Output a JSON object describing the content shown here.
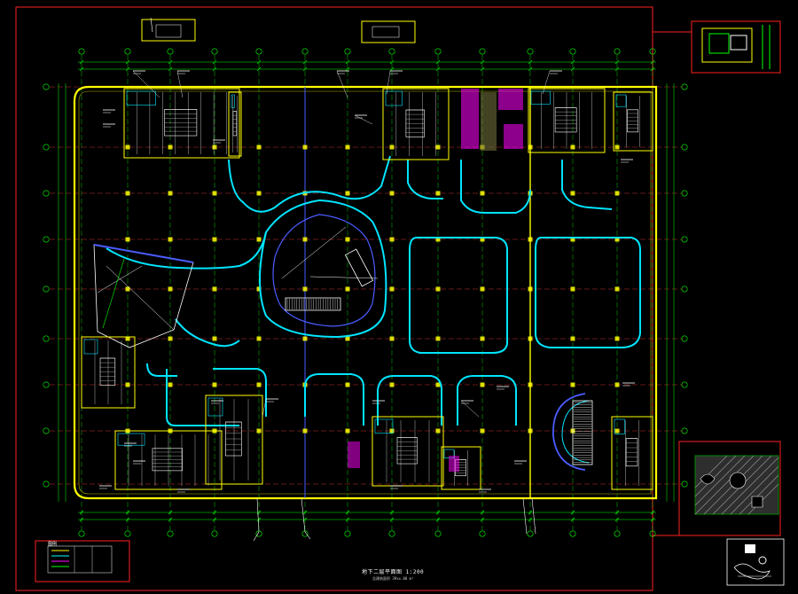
{
  "drawing": {
    "title": "地下二层平面图 1:200",
    "subtitle": "总建筑面积 39xx.00 m²",
    "legend_title": "图例",
    "legend_items": [
      {
        "label": "— —",
        "color": "#ffff00"
      },
      {
        "label": "— —",
        "color": "#00ffff"
      },
      {
        "label": "— —",
        "color": "#ff00ff"
      },
      {
        "label": "— —",
        "color": "#00ff00"
      },
      {
        "label": "— —",
        "color": "#ffffff"
      }
    ]
  },
  "colors": {
    "background": "#000000",
    "frame": "#ff2020",
    "grid_axis": "#00ff00",
    "wall": "#ffff00",
    "ramp": "#00e5ff",
    "column": "#ff3b3b",
    "hatch": "#ff00ff",
    "text": "#ffffff"
  },
  "icons": {
    "keyplan": "keyplan-icon",
    "site_plan": "site-plan-icon",
    "north": "north-arrow-icon"
  }
}
